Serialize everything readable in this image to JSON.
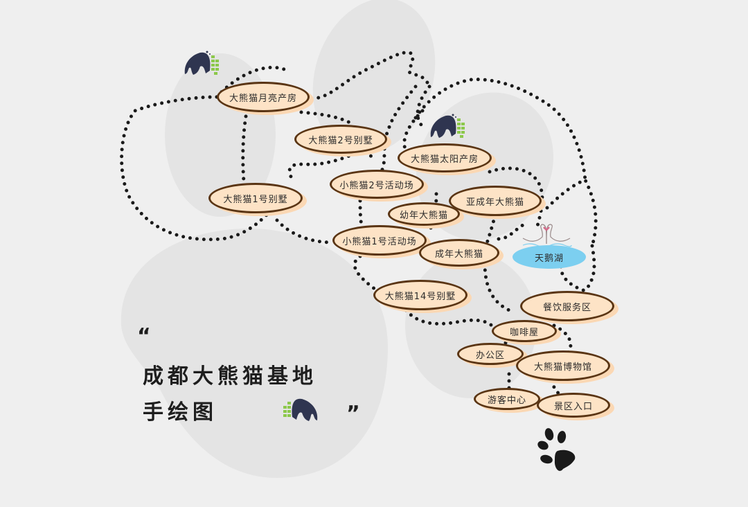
{
  "title": {
    "line1": "成都大熊猫基地",
    "line2": "手绘图",
    "open_quote": "“",
    "close_quote": "”"
  },
  "colors": {
    "background": "#efefef",
    "blob": "#e2e2e2",
    "node_fill": "#fde3c6",
    "node_border": "#5a3514",
    "path_dots": "#1a1a1a",
    "lake": "#7ccff0",
    "bamboo": "#8cc84b",
    "panda": "#2f3550"
  },
  "locations": [
    {
      "id": "moon-birth-room",
      "label": "大熊猫月亮产房"
    },
    {
      "id": "villa-2",
      "label": "大熊猫2号别墅"
    },
    {
      "id": "sun-birth-room",
      "label": "大熊猫太阳产房"
    },
    {
      "id": "villa-1",
      "label": "大熊猫1号别墅"
    },
    {
      "id": "red-panda-area-2",
      "label": "小熊猫2号活动场"
    },
    {
      "id": "subadult-pandas",
      "label": "亚成年大熊猫"
    },
    {
      "id": "young-pandas",
      "label": "幼年大熊猫"
    },
    {
      "id": "red-panda-area-1",
      "label": "小熊猫1号活动场"
    },
    {
      "id": "adult-pandas",
      "label": "成年大熊猫"
    },
    {
      "id": "villa-14",
      "label": "大熊猫14号别墅"
    },
    {
      "id": "dining-area",
      "label": "餐饮服务区"
    },
    {
      "id": "cafe",
      "label": "咖啡屋"
    },
    {
      "id": "office",
      "label": "办公区"
    },
    {
      "id": "museum",
      "label": "大熊猫博物馆"
    },
    {
      "id": "visitor-center",
      "label": "游客中心"
    },
    {
      "id": "entrance",
      "label": "景区入口"
    }
  ],
  "lake": {
    "label": "天鹅湖"
  },
  "icons": {
    "panda_bamboo": "panda-eating-bamboo",
    "paw": "paw-print",
    "swans": "swan-pair"
  }
}
